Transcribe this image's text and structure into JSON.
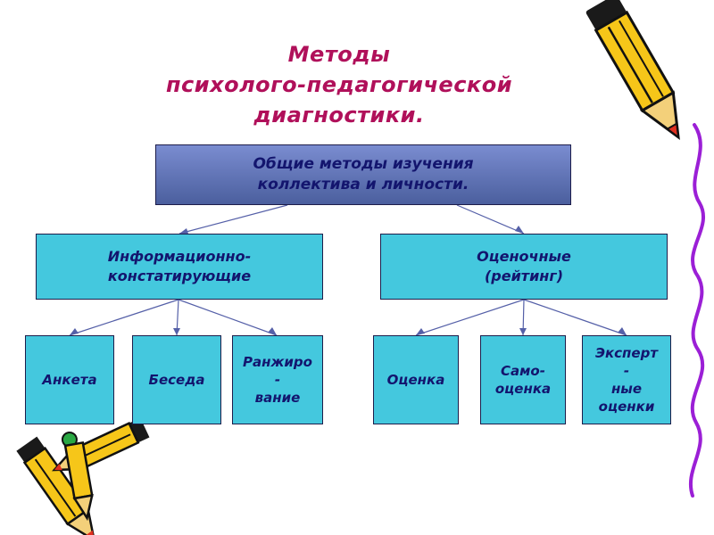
{
  "title": {
    "line1": "Методы",
    "line2": "психолого-педагогической",
    "line3": "диагностики."
  },
  "root": {
    "line1": "Общие методы изучения",
    "line2": "коллектива и личности."
  },
  "branches": {
    "left": {
      "line1": "Информационно-",
      "line2": "констатирующие"
    },
    "right": {
      "line1": "Оценочные",
      "line2": "(рейтинг)"
    }
  },
  "leaves": {
    "anketa": "Анкета",
    "beseda": "Беседа",
    "ranzh": {
      "line1": "Ранжиро",
      "line2": "-",
      "line3": "вание"
    },
    "ocenka": "Оценка",
    "samo": {
      "line1": "Само-",
      "line2": "оценка"
    },
    "expert": {
      "line1": "Эксперт",
      "line2": "-",
      "line3": "ные",
      "line4": "оценки"
    }
  },
  "colors": {
    "title": "#b0105a",
    "box_text": "#13156e",
    "root_fill": "#5a6fb3",
    "box_fill": "#44c8de",
    "connector": "#5560a8",
    "squiggle": "#9b1fd6",
    "pencil_body": "#f6c619",
    "pencil_tip": "#e03020"
  }
}
